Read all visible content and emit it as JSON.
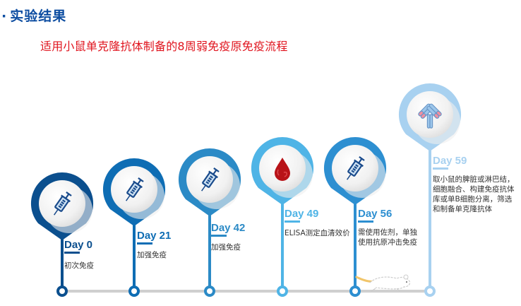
{
  "header": {
    "bullet": "·",
    "title": "实验结果",
    "subtitle": "适用小鼠单克隆抗体制备的8周弱免疫原免疫流程"
  },
  "colors": {
    "title": "#0d4da1",
    "subtitle": "#e0141e",
    "timeline_line": "#cfcfcf",
    "step0": "#0b4f8e",
    "step1": "#0e6db4",
    "step2": "#2b8ac6",
    "step3": "#4fb4e6",
    "step4": "#2d8fd1",
    "step5": "#a8d1f0"
  },
  "timeline": {
    "steps": [
      {
        "day": "Day 0",
        "description": "初次免疫",
        "icon": "syringe-icon"
      },
      {
        "day": "Day 21",
        "description": "加强免疫",
        "icon": "syringe-icon"
      },
      {
        "day": "Day 42",
        "description": "加强免疫",
        "icon": "syringe-icon"
      },
      {
        "day": "Day 49",
        "description": "ELISA测定血清效价",
        "icon": "blood-drop-icon"
      },
      {
        "day": "Day 56",
        "description": "需使用佐剂，单独使用抗原冲击免疫",
        "description_lines": [
          "需使用佐剂，单独",
          "使用抗原冲击免疫"
        ],
        "icon": "syringe-icon"
      },
      {
        "day": "Day 59",
        "description": "取小鼠的脾脏或淋巴结，细胞融合、构建免疫抗体库或单B细胞分离，筛选和制备单克隆抗体",
        "description_lines": [
          "取小鼠的脾脏或淋巴结，",
          "细胞融合、构建免疫抗体",
          "库或单B细胞分离，筛选",
          "和制备单克隆抗体"
        ],
        "icon": "antibody-icon"
      }
    ],
    "decoration": "mouse-icon"
  }
}
